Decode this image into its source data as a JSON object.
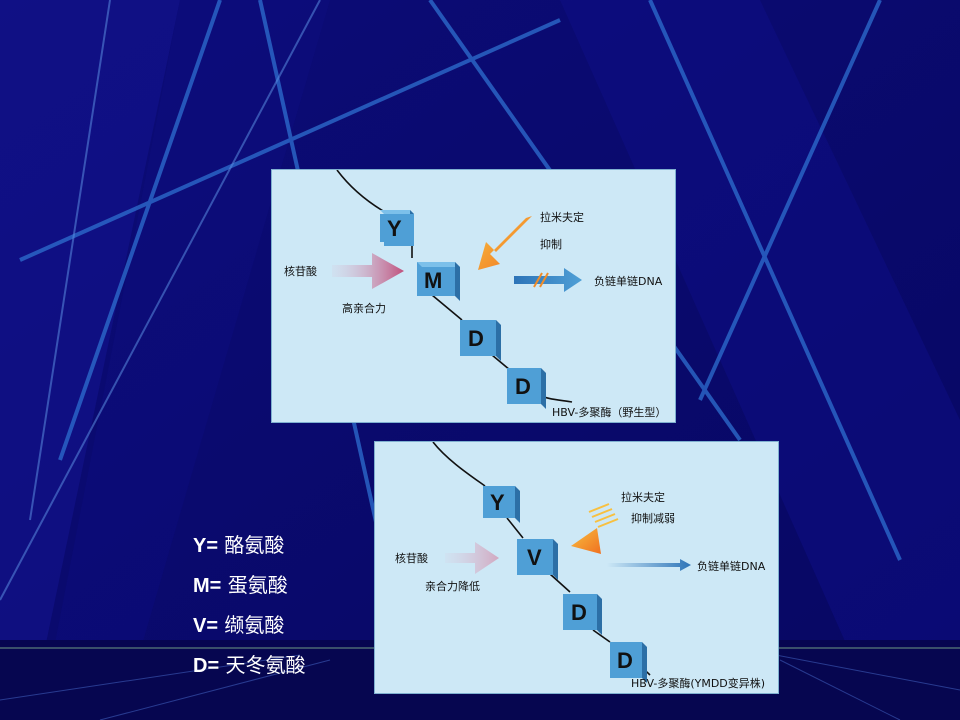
{
  "colors": {
    "background": "#0a0a6e",
    "panel": "#cde8f6",
    "block": "#4f9fd6",
    "inhibit_arrow": "#f08c28",
    "nucleoside_arrow": "#c9709a",
    "product_arrow": "#3d86c4"
  },
  "panel_wild": {
    "drug_label": "拉米夫定",
    "drug_effect": "抑制",
    "substrate_label": "核苷酸",
    "affinity_label": "高亲合力",
    "product_label": "负链单链DNA",
    "caption": "HBV-多聚酶（野生型）",
    "residues": [
      "Y",
      "M",
      "D",
      "D"
    ]
  },
  "panel_mutant": {
    "drug_label": "拉米夫定",
    "drug_effect": "抑制减弱",
    "substrate_label": "核苷酸",
    "affinity_label": "亲合力降低",
    "product_label": "负链单链DNA",
    "caption": "HBV-多聚酶(YMDD变异株)",
    "residues": [
      "Y",
      "V",
      "D",
      "D"
    ]
  },
  "legend": [
    {
      "code": "Y=",
      "name": "酪氨酸"
    },
    {
      "code": "M=",
      "name": "蛋氨酸"
    },
    {
      "code": "V=",
      "name": "缬氨酸"
    },
    {
      "code": "D=",
      "name": "天冬氨酸"
    }
  ]
}
